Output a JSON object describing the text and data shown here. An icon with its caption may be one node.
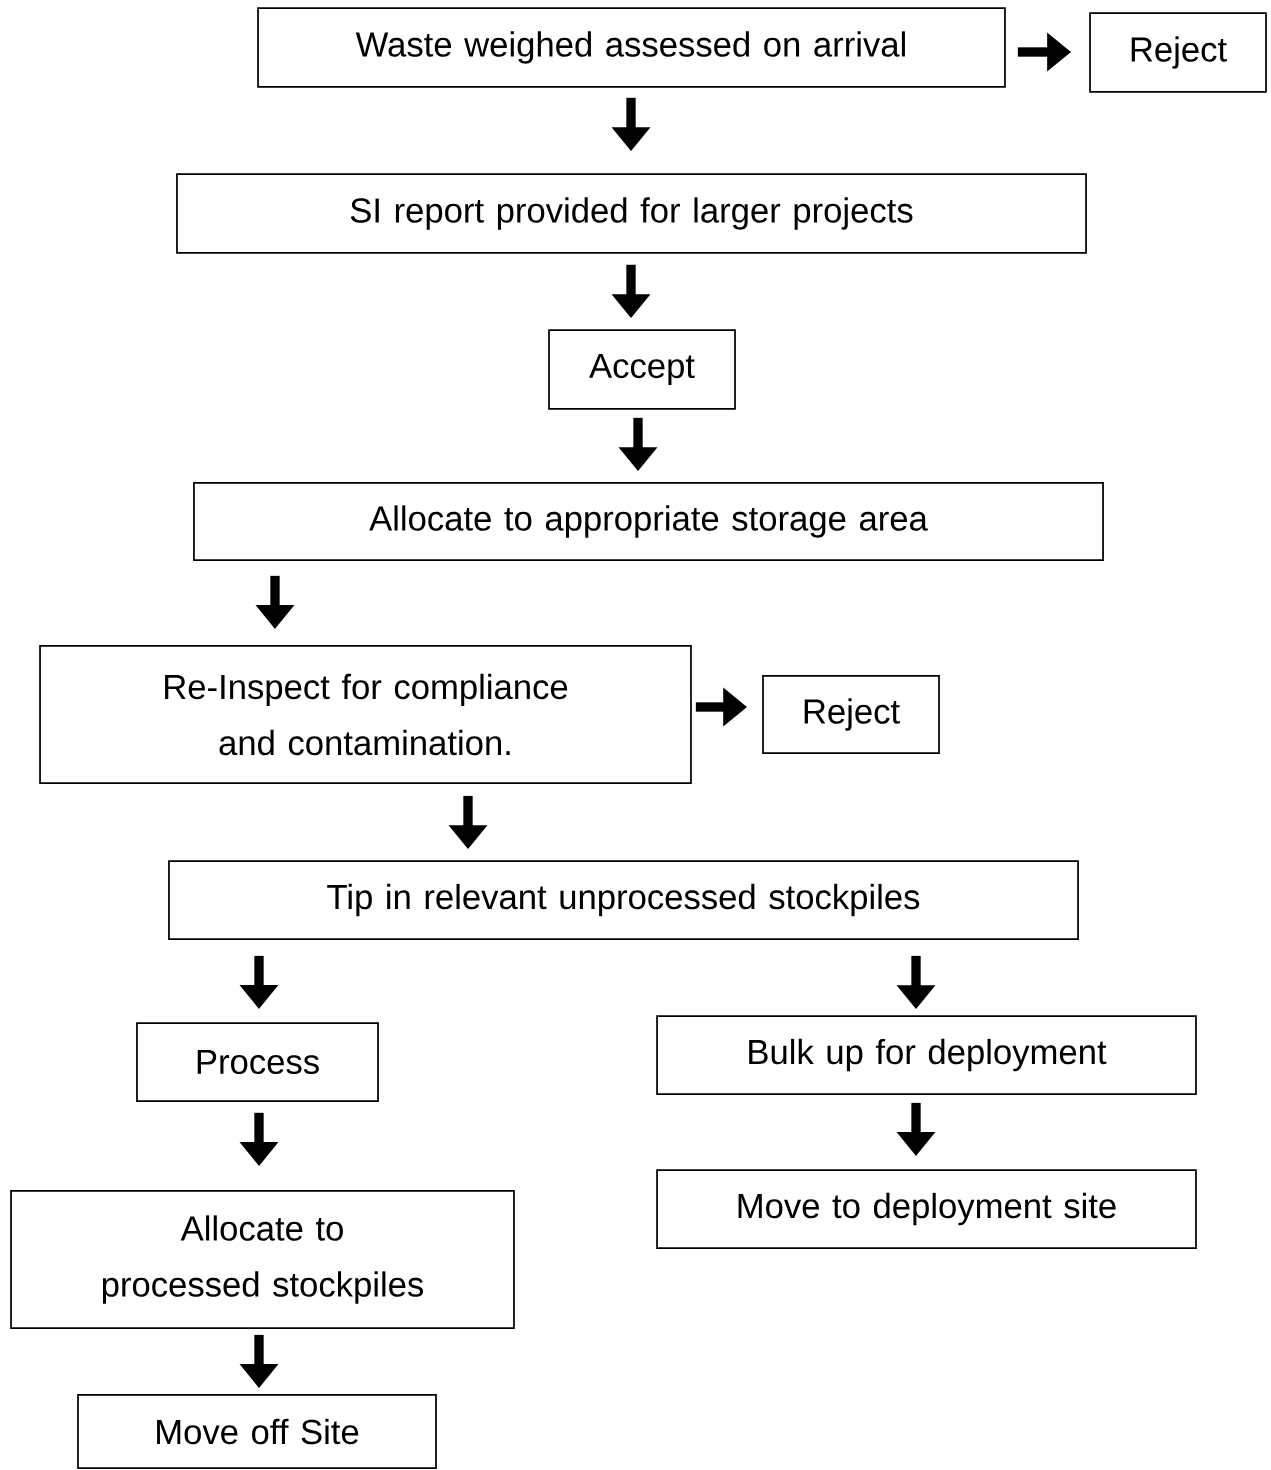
{
  "diagram": {
    "nodes": [
      {
        "text": [
          "Waste weighed assessed on arrival"
        ]
      },
      {
        "text": [
          "Reject"
        ]
      },
      {
        "text": [
          "SI report provided for larger  projects"
        ]
      },
      {
        "text": [
          "Accept"
        ]
      },
      {
        "text": [
          "Allocate to appropriate storage area"
        ]
      },
      {
        "text": [
          "Re-Inspect for compliance and contamination."
        ]
      },
      {
        "text": [
          "Reject"
        ]
      },
      {
        "text": [
          "Tip in relevant unprocessed stockpiles"
        ]
      },
      {
        "text": [
          "Process"
        ]
      },
      {
        "text": [
          "Bulk up for deployment"
        ]
      },
      {
        "text": [
          "Allocate to processed stockpiles"
        ]
      },
      {
        "text": [
          "Move to deployment site"
        ]
      },
      {
        "text": [
          "Move off Site"
        ]
      }
    ],
    "edges": [
      {
        "from": 0,
        "to": 1,
        "arrow": "to"
      },
      {
        "from": 0,
        "to": 2,
        "arrow": "to"
      },
      {
        "from": 2,
        "to": 3,
        "arrow": "to"
      },
      {
        "from": 3,
        "to": 4,
        "arrow": "to"
      },
      {
        "from": 4,
        "to": 5,
        "arrow": "to"
      },
      {
        "from": 5,
        "to": 6,
        "arrow": "to"
      },
      {
        "from": 5,
        "to": 7,
        "arrow": "to"
      },
      {
        "from": 7,
        "to": 8,
        "arrow": "to"
      },
      {
        "from": 7,
        "to": 9,
        "arrow": "to"
      },
      {
        "from": 8,
        "to": 10,
        "arrow": "to"
      },
      {
        "from": 10,
        "to": 12,
        "arrow": "to"
      },
      {
        "from": 9,
        "to": 11,
        "arrow": "to"
      }
    ]
  }
}
